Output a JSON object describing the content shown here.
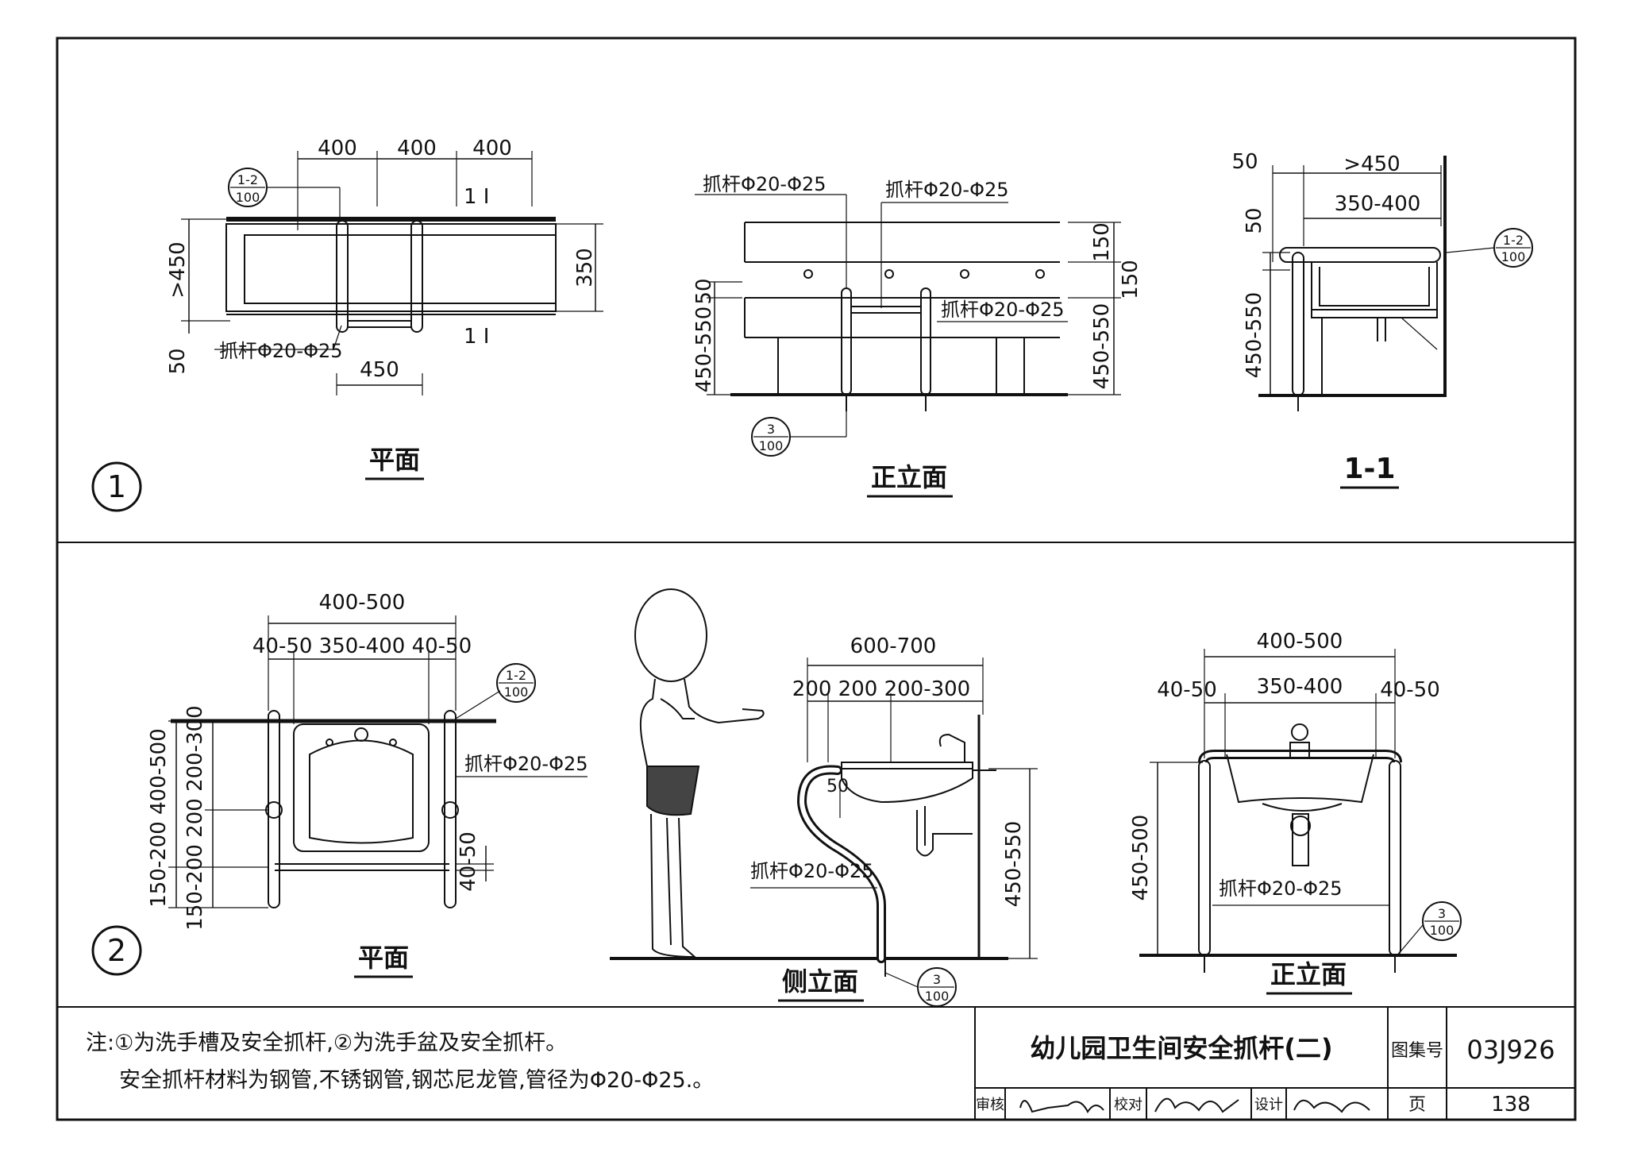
{
  "section1": {
    "number": "1",
    "plan": {
      "dims_top": [
        "400",
        "400",
        "400"
      ],
      "left_dim": ">450",
      "bottom_left_dim": "50",
      "right_dim": "350",
      "bottom_dim": "450",
      "bar_label": "抓杆Φ20-Φ25",
      "section_mark": "1 I",
      "ref_top": "1-2",
      "ref_bottom": "100",
      "title": "平面"
    },
    "front": {
      "label1": "抓杆Φ20-Φ25",
      "label2": "抓杆Φ20-Φ25",
      "label3": "抓杆Φ20-Φ25",
      "dim_50": "50",
      "dim_left": "450-550",
      "dim_150a": "150",
      "dim_150b": "150",
      "dim_right": "450-550",
      "ref_top": "3",
      "ref_bottom": "100",
      "title": "正立面"
    },
    "section": {
      "dim_50_top": "50",
      "dim_gt450": ">450",
      "dim_350_400": "350-400",
      "dim_50_side": "50",
      "dim_450_550": "450-550",
      "ref_top": "1-2",
      "ref_bottom": "100",
      "title": "1-1"
    }
  },
  "section2": {
    "number": "2",
    "plan": {
      "dim_total": "400-500",
      "dim_sub": "40-50 350-400 40-50",
      "dim_left_outer": "150-200 400-500",
      "dim_left_inner": "150-200 200 200-300",
      "dim_right": "40-50",
      "bar_label": "抓杆Φ20-Φ25",
      "ref_top": "1-2",
      "ref_bottom": "100",
      "title": "平面"
    },
    "side": {
      "dim_total": "600-700",
      "dim_sub": "200 200 200-300",
      "dim_50": "50",
      "dim_height": "450-550",
      "bar_label": "抓杆Φ20-Φ25",
      "ref_top": "3",
      "ref_bottom": "100",
      "title": "侧立面"
    },
    "front": {
      "dim_total": "400-500",
      "dim_left": "40-50",
      "dim_mid": "350-400",
      "dim_right": "40-50",
      "dim_height": "450-500",
      "bar_label": "抓杆Φ20-Φ25",
      "ref_top": "3",
      "ref_bottom": "100",
      "title": "正立面"
    }
  },
  "notes": {
    "line1": "注:①为洗手槽及安全抓杆,②为洗手盆及安全抓杆。",
    "line2": "安全抓杆材料为钢管,不锈钢管,钢芯尼龙管,管径为Φ20-Φ25.。"
  },
  "titleblock": {
    "title": "幼儿园卫生间安全抓杆(二)",
    "atlas_label": "图集号",
    "atlas_no": "03J926",
    "review_label": "审核",
    "check_label": "校对",
    "design_label": "设计",
    "page_label": "页",
    "page_no": "138"
  }
}
